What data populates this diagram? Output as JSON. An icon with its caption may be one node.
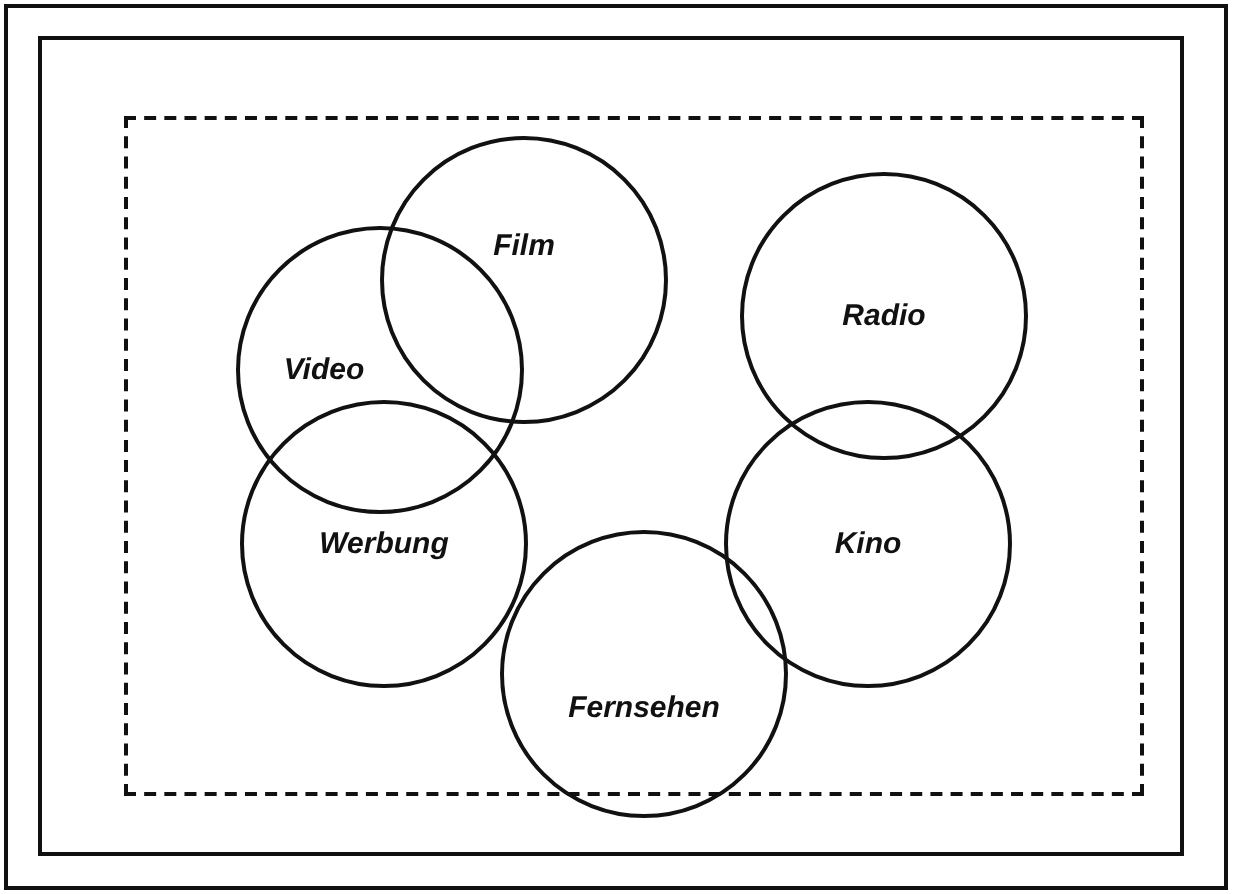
{
  "diagram": {
    "nodes": [
      {
        "text": [
          "Video"
        ]
      },
      {
        "text": [
          "Film"
        ]
      },
      {
        "text": [
          "Radio"
        ]
      },
      {
        "text": [
          "Werbung"
        ]
      },
      {
        "text": [
          "Kino"
        ]
      },
      {
        "text": [
          "Fernsehen"
        ]
      }
    ],
    "edges": []
  }
}
